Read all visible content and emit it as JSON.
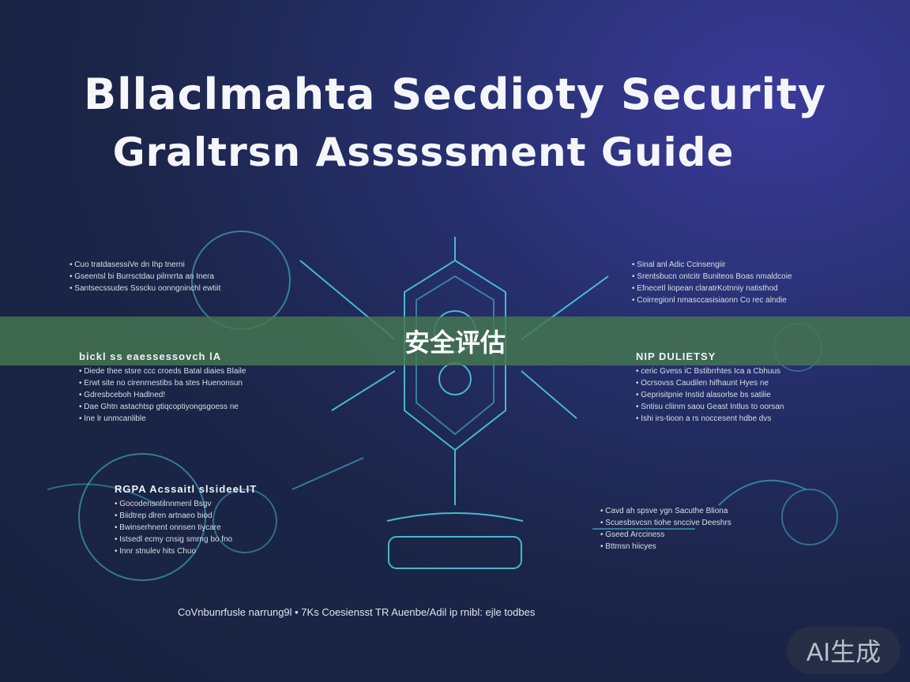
{
  "title_line1": "Bllaclmahta Secdioty Security",
  "title_line2": "Graltrsn Asssssment Guide",
  "banner_label": "安全评估",
  "badge_label": "AI生成",
  "blocks": {
    "top_left": [
      "Cuo tratdasessiVe dn Ihp tnerni",
      "Gseentsl bi Burrsctdau pilmrrta an Inera",
      "Santsecssudes Ssscku oonngninchl ewtiit"
    ],
    "top_right": [
      "Sinal anl Adic Ccinsengiir",
      "Srentsbucn ontcitr Buniteos Boas nmaldcoie",
      "Efnecetl liopean claratrKotnniy natisthod",
      "Coirregionl nmasccasisiaonn Co rec alndie"
    ],
    "mid_left_heading": "bickl ss eaessessovch lA",
    "mid_left": [
      "Diede thee stsre ccc croeds Batal diaies Blaile",
      "Erwt site no cirenrnestibs ba stes Huenonsun",
      "Gdresbceboh Hadlned!",
      "Dae Ghtn astachtsp gtiqcoptiyongsgoess ne",
      "Ine lr unmcanlible"
    ],
    "mid_right_heading": "NIP DULIETSY",
    "mid_right": [
      "ceric Gvess iC Bstibrrhtes Ica a Cbhuus",
      "Ocrsovss Caudilen hifhaunt Hyes ne",
      "Geprisitpnie Instid alasorlse bs satilie",
      "Sntisu cliinm saou Geast Intlus to oorsan",
      "Ishi irs-tioon a rs noccesent hdbe dvs"
    ],
    "bottom_left_heading": "RGPA Acssaitl slsideeLIT",
    "bottom_left": [
      "Gocodensntilnnmenl Bsgv",
      "Biidtrep dlren artnaeo biod",
      "Bwinserhnent onnsen tiycare",
      "Istsedl ecmy cnsig smrng bo fno",
      "Innr stnulev hits Chuo"
    ],
    "bottom_right": [
      "Cavd ah spsve ygn Sacuthe Bliona",
      "Scuesbsvcsn tiohe snccive Deeshrs",
      "Gseed Arcciness",
      "Bttmsn hiicyes"
    ]
  },
  "footer_text": "CoVnbunrfusle narrung9l  •  7Ks Coesiensst  TR  Auenbe/Adil ip rnibl: ejle todbes"
}
